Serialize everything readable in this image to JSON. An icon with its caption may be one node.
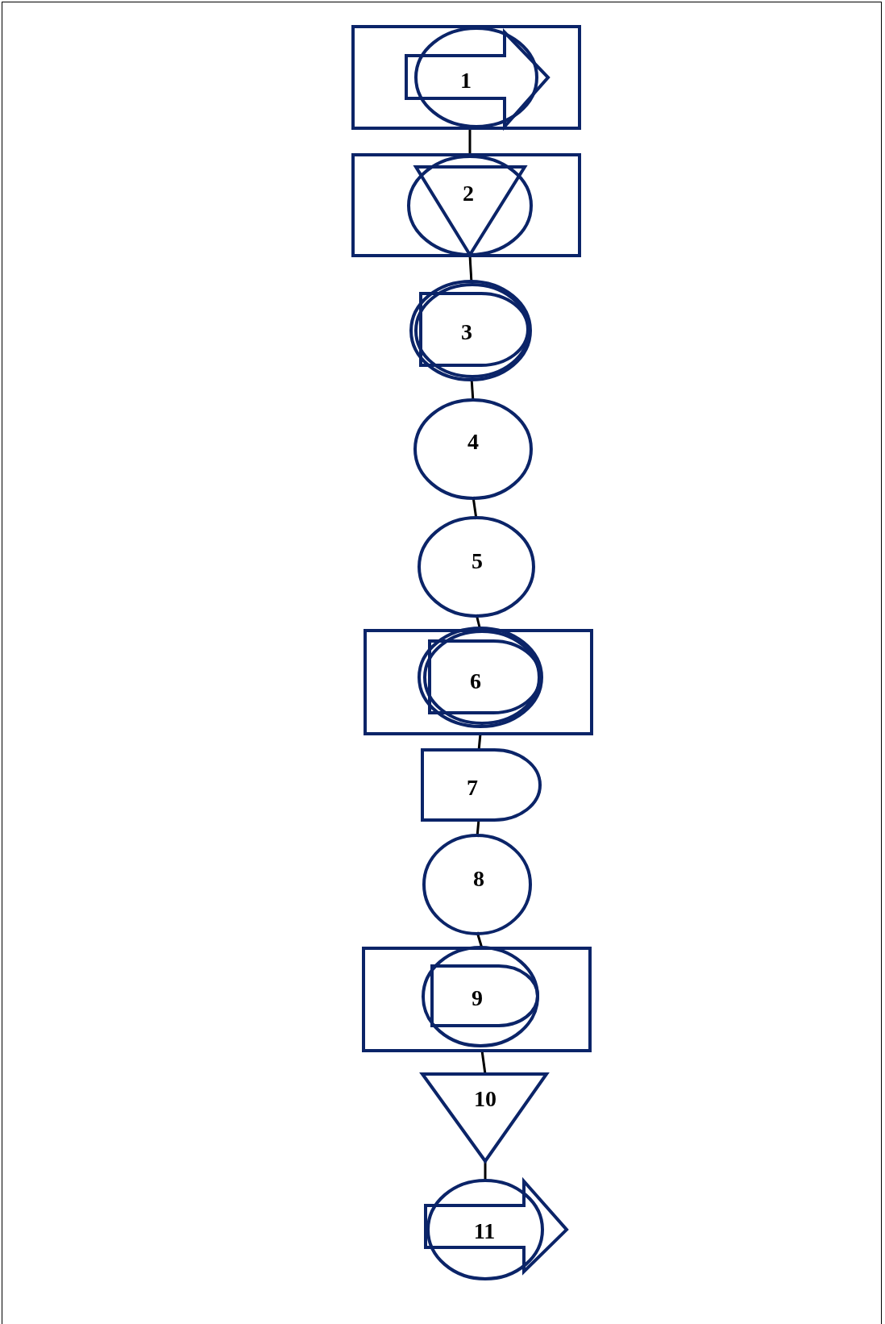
{
  "diagram": {
    "nodes": [
      {
        "text": [
          "1"
        ]
      },
      {
        "text": [
          "2"
        ]
      },
      {
        "text": [
          "3"
        ]
      },
      {
        "text": [
          "4"
        ]
      },
      {
        "text": [
          "5"
        ]
      },
      {
        "text": [
          "6"
        ]
      },
      {
        "text": [
          "7"
        ]
      },
      {
        "text": [
          "8"
        ]
      },
      {
        "text": [
          "9"
        ]
      },
      {
        "text": [
          "10"
        ]
      },
      {
        "text": [
          "11"
        ]
      }
    ],
    "edges": [
      {
        "from": 0,
        "to": 1,
        "arrow": "none"
      },
      {
        "from": 1,
        "to": 2,
        "arrow": "none"
      },
      {
        "from": 2,
        "to": 3,
        "arrow": "none"
      },
      {
        "from": 3,
        "to": 4,
        "arrow": "none"
      },
      {
        "from": 4,
        "to": 5,
        "arrow": "none"
      },
      {
        "from": 5,
        "to": 6,
        "arrow": "none"
      },
      {
        "from": 6,
        "to": 7,
        "arrow": "none"
      },
      {
        "from": 7,
        "to": 8,
        "arrow": "none"
      },
      {
        "from": 8,
        "to": 9,
        "arrow": "none"
      },
      {
        "from": 9,
        "to": 10,
        "arrow": "none"
      }
    ]
  }
}
